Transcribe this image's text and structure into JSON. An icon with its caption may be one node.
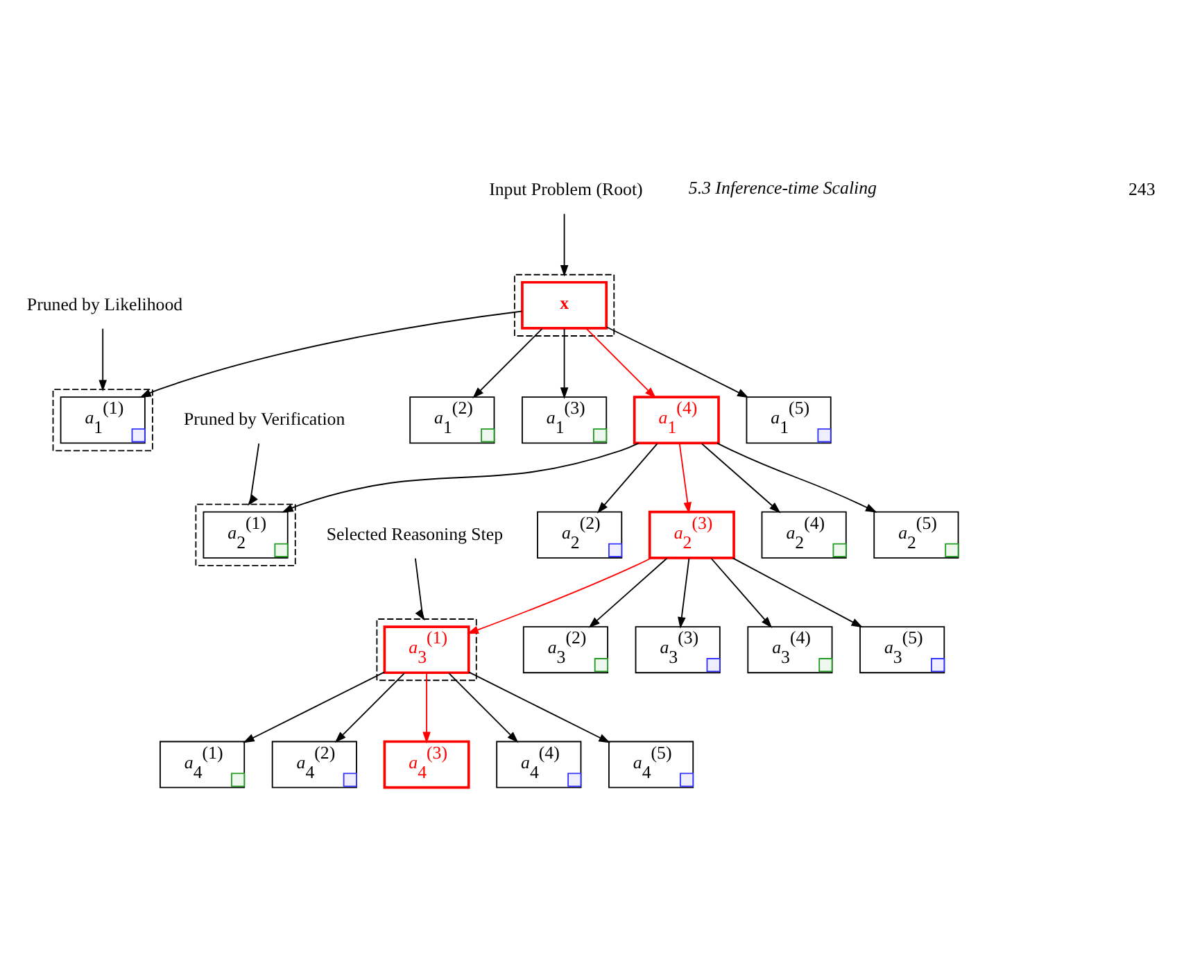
{
  "diagram": {
    "nodes": [
      {
        "text": [],
        "shape": "box"
      },
      {
        "text": [
          "x"
        ],
        "in": 0
      },
      {
        "text": [],
        "shape": "box"
      },
      {
        "text": [
          "*a*$_{1}$$^{(1)}$"
        ],
        "in": 2
      },
      {
        "text": [
          "*a*$_{1}$$^{(2)}$"
        ]
      },
      {
        "text": [
          "*a*$_{1}$$^{(3)}$"
        ]
      },
      {
        "text": [
          "*a*$_{1}$$^{(4)}$"
        ]
      },
      {
        "text": [
          "*a*$_{1}$$^{(5)}$"
        ]
      },
      {
        "text": [],
        "shape": "box"
      },
      {
        "text": [
          "*a*$_{2}$$^{(1)}$"
        ],
        "in": 8
      },
      {
        "text": [
          "*a*$_{2}$$^{(2)}$"
        ]
      },
      {
        "text": [
          "*a*$_{2}$$^{(3)}$"
        ]
      },
      {
        "text": [
          "*a*$_{2}$$^{(4)}$"
        ]
      },
      {
        "text": [
          "*a*$_{2}$$^{(5)}$"
        ]
      },
      {
        "text": [],
        "shape": "box"
      },
      {
        "text": [
          "*a*$_{3}$$^{(1)}$"
        ],
        "in": 14
      },
      {
        "text": [
          "*a*$_{3}$$^{(2)}$"
        ]
      },
      {
        "text": [
          "*a*$_{3}$$^{(3)}$"
        ]
      },
      {
        "text": [
          "*a*$_{3}$$^{(4)}$"
        ]
      },
      {
        "text": [
          "*a*$_{3}$$^{(5)}$"
        ]
      },
      {
        "text": [
          "*a*$_{4}$$^{(1)}$"
        ]
      },
      {
        "text": [
          "*a*$_{4}$$^{(2)}$"
        ]
      },
      {
        "text": [
          "*a*$_{4}$$^{(3)}$"
        ]
      },
      {
        "text": [
          "*a*$_{4}$$^{(4)}$"
        ]
      },
      {
        "text": [
          "*a*$_{4}$$^{(5)}$"
        ]
      },
      {
        "text": [
          "Input Problem (Root)"
        ]
      },
      {
        "text": [
          "Pruned by Likelihood"
        ]
      },
      {
        "text": [
          "Pruned by Verification"
        ]
      },
      {
        "text": [
          "Selected Reasoning Step"
        ]
      }
    ],
    "edges": [
      {
        "from": 1,
        "to": 3,
        "arrow": "to"
      },
      {
        "from": 1,
        "to": 4,
        "arrow": "to"
      },
      {
        "from": 1,
        "to": 5,
        "arrow": "to"
      },
      {
        "from": 1,
        "to": 6,
        "arrow": "to",
        "color": "#ff0000"
      },
      {
        "from": 1,
        "to": 7,
        "arrow": "to"
      },
      {
        "from": 6,
        "to": 9,
        "arrow": "to"
      },
      {
        "from": 6,
        "to": 10,
        "arrow": "to"
      },
      {
        "from": 6,
        "to": 11,
        "arrow": "to",
        "color": "#ff0000"
      },
      {
        "from": 6,
        "to": 12,
        "arrow": "to"
      },
      {
        "from": 6,
        "to": 13,
        "arrow": "to"
      },
      {
        "from": 11,
        "to": 15,
        "arrow": "to",
        "color": "#ff0000"
      },
      {
        "from": 11,
        "to": 16,
        "arrow": "to"
      },
      {
        "from": 11,
        "to": 17,
        "arrow": "to"
      },
      {
        "from": 11,
        "to": 18,
        "arrow": "to"
      },
      {
        "from": 11,
        "to": 19,
        "arrow": "to"
      },
      {
        "from": 15,
        "to": 20,
        "arrow": "to"
      },
      {
        "from": 15,
        "to": 21,
        "arrow": "to"
      },
      {
        "from": 15,
        "to": 22,
        "arrow": "to",
        "color": "#ff0000"
      },
      {
        "from": 15,
        "to": 23,
        "arrow": "to"
      },
      {
        "from": 15,
        "to": 24,
        "arrow": "to"
      },
      {
        "from": 25,
        "to": 0,
        "arrow": "to"
      },
      {
        "from": 26,
        "to": 2,
        "arrow": "to"
      },
      {
        "from": 27,
        "to": 8,
        "arrow": "to"
      },
      {
        "from": 28,
        "to": 14,
        "arrow": "to"
      }
    ],
    "labels": [
      "5.3 Inference-time Scaling",
      "243"
    ]
  }
}
